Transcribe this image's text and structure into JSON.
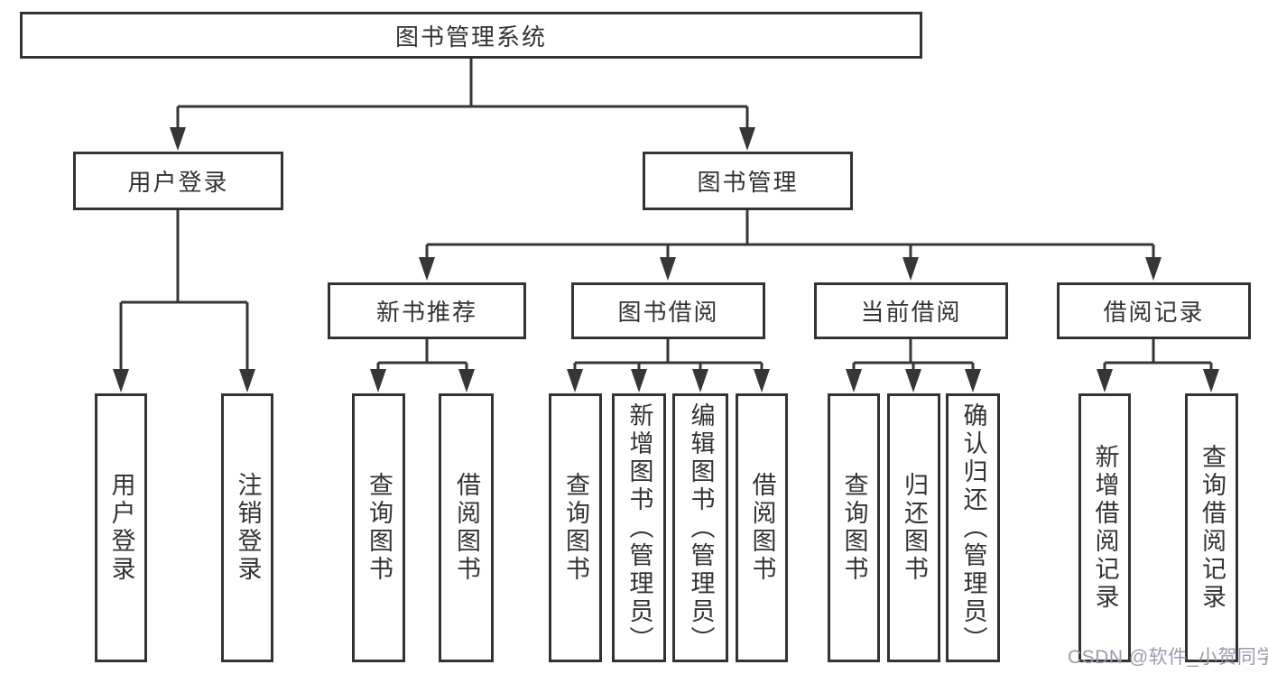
{
  "colors": {
    "line": "#363636",
    "box_border": "#333333",
    "box_background": "#ffffff",
    "text": "#333333",
    "watermark": "#9b9bab"
  },
  "watermark": "CSDN @软件_小贺同学",
  "tree": {
    "root": "图书管理系统",
    "branches": [
      {
        "label": "用户登录",
        "children": [
          "用户登录",
          "注销登录"
        ]
      },
      {
        "label": "图书管理",
        "sections": [
          {
            "label": "新书推荐",
            "children": [
              "查询图书",
              "借阅图书"
            ]
          },
          {
            "label": "图书借阅",
            "children": [
              "查询图书",
              "新增图书（管理员）",
              "编辑图书（管理员）",
              "借阅图书"
            ]
          },
          {
            "label": "当前借阅",
            "children": [
              "查询图书",
              "归还图书",
              "确认归还（管理员）"
            ]
          },
          {
            "label": "借阅记录",
            "children": [
              "新增借阅记录",
              "查询借阅记录"
            ]
          }
        ]
      }
    ]
  }
}
